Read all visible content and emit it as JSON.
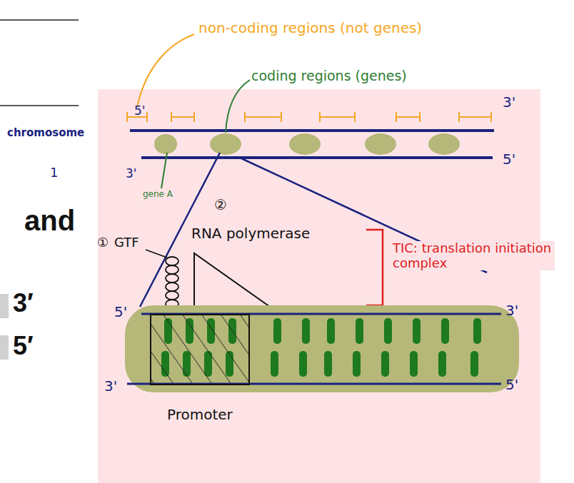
{
  "diagram": {
    "nodes": [
      {
        "text": [
          "Promoter"
        ]
      }
    ],
    "labels": [
      "non-coding regions (not genes)",
      "coding regions (genes)",
      "5'",
      "3'",
      "chromosome",
      "1",
      "3'",
      "5'",
      "gene A",
      "②",
      "RNA polymerase",
      "①",
      "GTF",
      "TIC: translation initiation complex",
      "5'",
      "3'",
      "3'",
      "5'",
      "and",
      "3′",
      "5′"
    ]
  }
}
